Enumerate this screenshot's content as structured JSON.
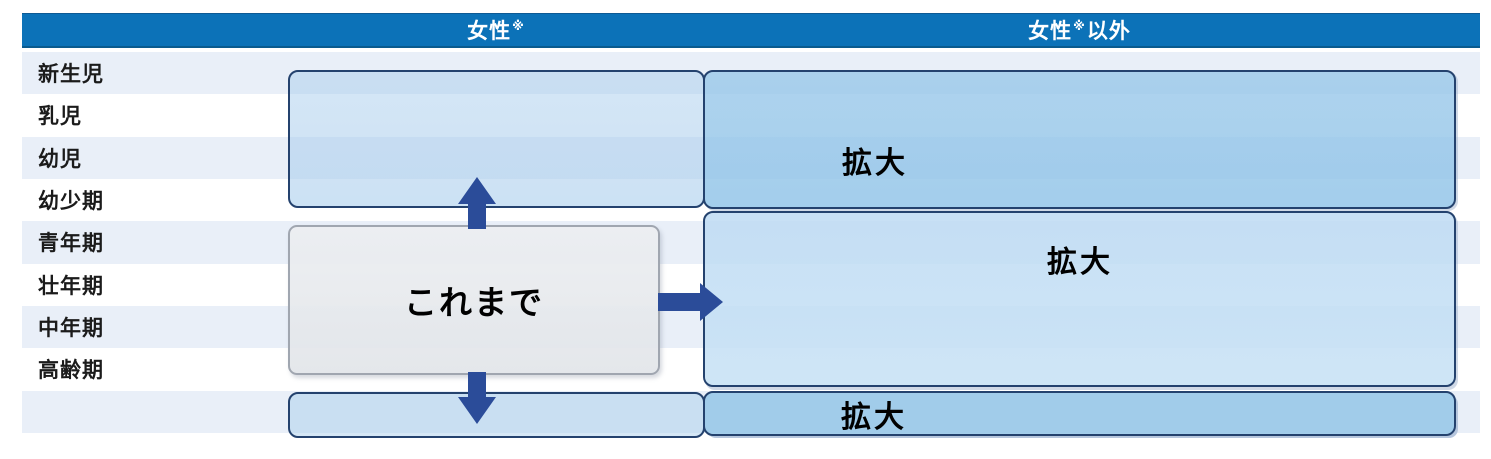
{
  "header": {
    "columns": [
      {
        "base": "女性",
        "marker": "※",
        "suffix": ""
      },
      {
        "base": "女性",
        "marker": "※",
        "suffix": "以外"
      }
    ]
  },
  "rows": [
    "新生児",
    "乳児",
    "幼児",
    "幼少期",
    "青年期",
    "壮年期",
    "中年期",
    "高齢期",
    ""
  ],
  "diagram": {
    "current_box_label": "これまで",
    "expand_labels": [
      "拡大",
      "拡大",
      "拡大"
    ]
  },
  "colors": {
    "header_bg": "#0C72B8",
    "row_stripe": "#E9EFF8",
    "box_border": "#24426E",
    "arrow": "#2B4C99",
    "expand_box_fill": "#AED4EB",
    "expand_box_light_fill": "#CCE2F3",
    "left_box_fill": "#D8E6F4",
    "current_box_fill": "#EAECEF",
    "current_box_border": "#A0A6B0"
  }
}
